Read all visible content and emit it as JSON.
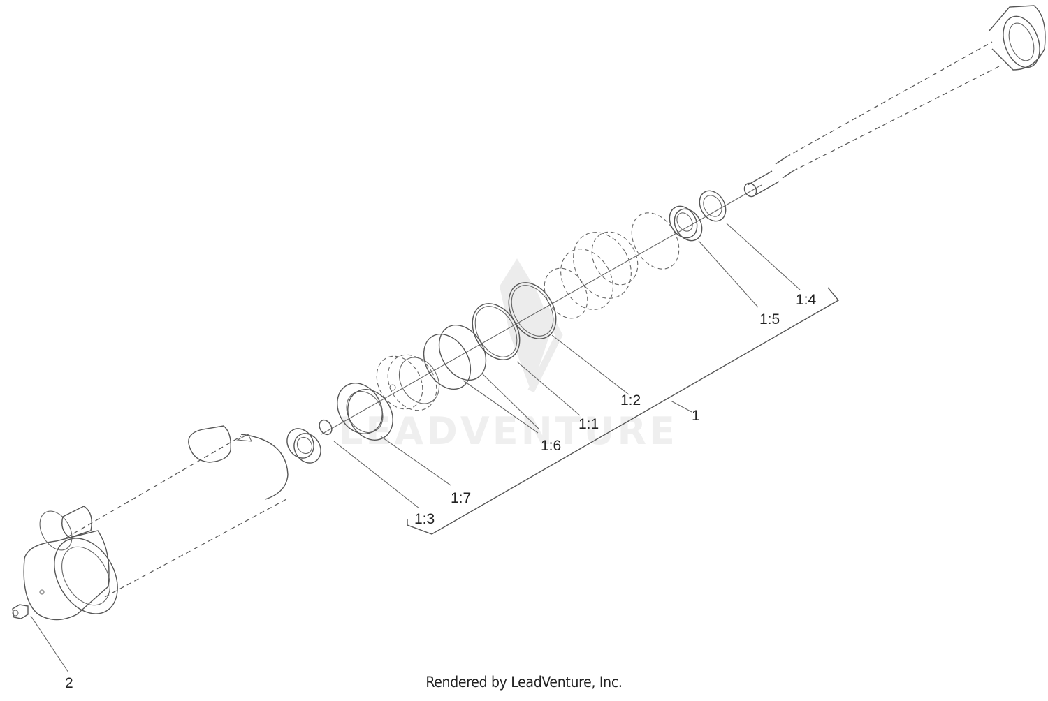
{
  "diagram": {
    "callouts": {
      "c1": "1",
      "c2": "2",
      "c1_1": "1:1",
      "c1_2": "1:2",
      "c1_3": "1:3",
      "c1_4": "1:4",
      "c1_5": "1:5",
      "c1_6": "1:6",
      "c1_7": "1:7"
    },
    "watermark": "LEADVENTURE"
  },
  "footer": {
    "rendered_by": "Rendered by LeadVenture, Inc."
  }
}
